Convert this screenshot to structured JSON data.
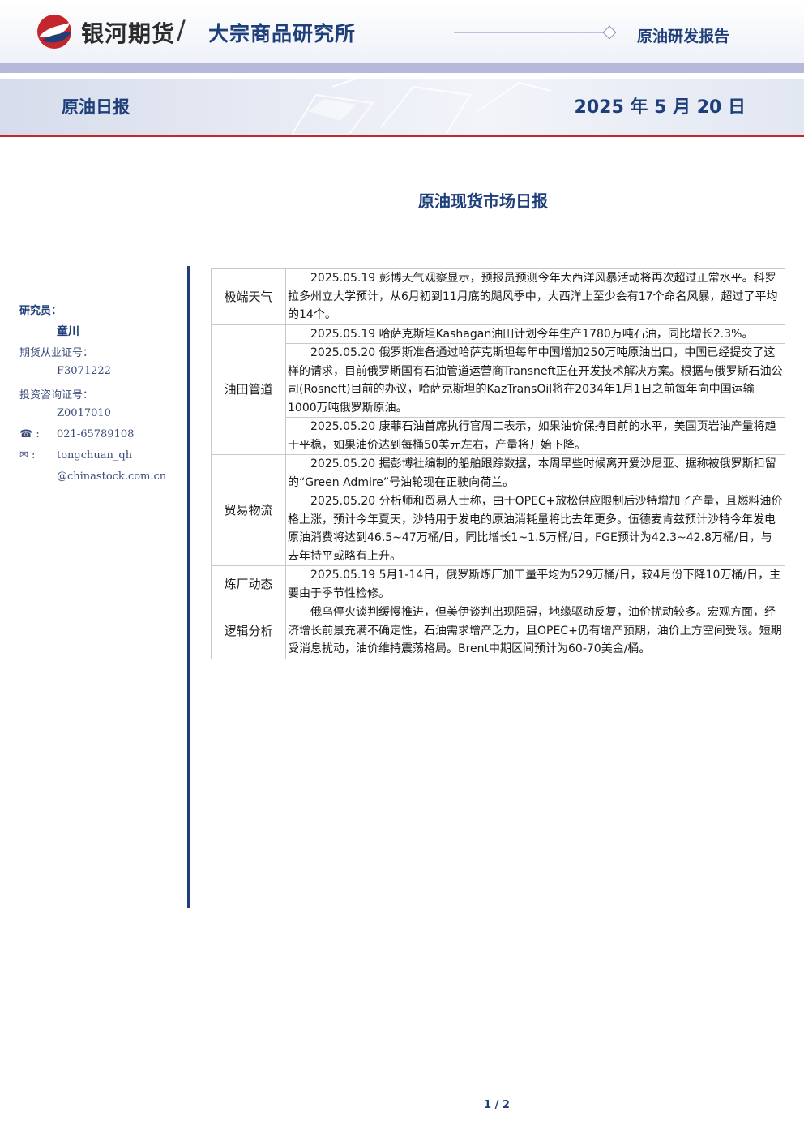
{
  "header": {
    "brand": "银河期货",
    "slash": "/",
    "institute": "大宗商品研究所",
    "report_type": "原油研发报告"
  },
  "banner": {
    "title": "原油日报",
    "date": "2025 年 5 月 20 日"
  },
  "document": {
    "title": "原油现货市场日报"
  },
  "sidebar": {
    "researcher_label": "研究员：",
    "researcher_name": "童川",
    "futures_cert_label": "期货从业证号：",
    "futures_cert": "F3071222",
    "invest_cert_label": "投资咨询证号：",
    "invest_cert": "Z0017010",
    "phone_icon": "☎",
    "phone_sep": ":",
    "phone": "021-65789108",
    "email_icon": "✉",
    "email_sep": ":",
    "email_line1": "tongchuan_qh",
    "email_line2": "@chinastock.com.cn"
  },
  "table": {
    "rows": [
      {
        "category": "极端天气",
        "items": [
          "2025.05.19 彭博天气观察显示，预报员预测今年大西洋风暴活动将再次超过正常水平。科罗拉多州立大学预计，从6月初到11月底的飓风季中，大西洋上至少会有17个命名风暴，超过了平均的14个。"
        ]
      },
      {
        "category": "油田管道",
        "items": [
          "2025.05.19 哈萨克斯坦Kashagan油田计划今年生产1780万吨石油，同比增长2.3%。",
          "2025.05.20 俄罗斯准备通过哈萨克斯坦每年中国增加250万吨原油出口，中国已经提交了这样的请求，目前俄罗斯国有石油管道运营商Transneft正在开发技术解决方案。根据与俄罗斯石油公司(Rosneft)目前的办议，哈萨克斯坦的KazTransOil将在2034年1月1日之前每年向中国运输1000万吨俄罗斯原油。",
          "2025.05.20 康菲石油首席执行官周二表示，如果油价保持目前的水平，美国页岩油产量将趋于平稳，如果油价达到每桶50美元左右，产量将开始下降。"
        ]
      },
      {
        "category": "贸易物流",
        "items": [
          "2025.05.20 据彭博社编制的船舶跟踪数据，本周早些时候离开爱沙尼亚、据称被俄罗斯扣留的“Green Admire”号油轮现在正驶向荷兰。",
          "2025.05.20 分析师和贸易人士称，由于OPEC+放松供应限制后沙特增加了产量，且燃料油价格上涨，预计今年夏天，沙特用于发电的原油消耗量将比去年更多。伍德麦肯兹预计沙特今年发电原油消费将达到46.5~47万桶/日，同比增长1~1.5万桶/日，FGE预计为42.3~42.8万桶/日，与去年持平或略有上升。"
        ]
      },
      {
        "category": "炼厂动态",
        "items": [
          "2025.05.19 5月1-14日，俄罗斯炼厂加工量平均为529万桶/日，较4月份下降10万桶/日，主要由于季节性检修。"
        ]
      },
      {
        "category": "逻辑分析",
        "items": [
          "俄乌停火谈判缓慢推进，但美伊谈判出现阻碍，地缘驱动反复，油价扰动较多。宏观方面，经济增长前景充满不确定性，石油需求增产乏力，且OPEC+仍有增产预期，油价上方空间受限。短期受消息扰动，油价维持震荡格局。Brent中期区间预计为60-70美金/桶。"
        ]
      }
    ]
  },
  "footer": {
    "page": "1 / 2"
  }
}
